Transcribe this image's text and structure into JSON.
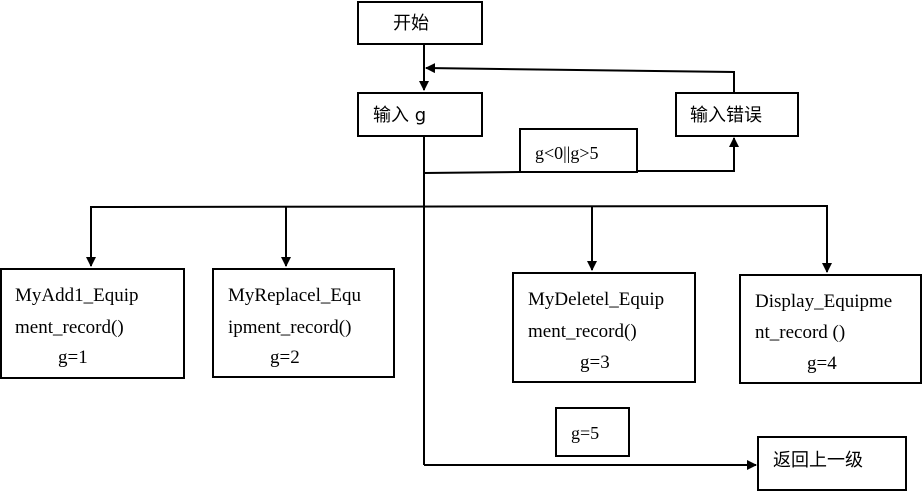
{
  "nodes": {
    "start": "开始",
    "input": "输入 g",
    "error": "输入错误",
    "condition": "g<0||g>5",
    "add": [
      "MyAdd1_Equip",
      "ment_record()",
      "g=1"
    ],
    "replace": [
      "MyReplacel_Equ",
      "ipment_record()",
      "g=2"
    ],
    "delete": [
      "MyDeletel_Equip",
      "ment_record()",
      "g=3"
    ],
    "display": [
      "Display_Equipme",
      "nt_record ()",
      "g=4"
    ],
    "g5": "g=5",
    "back": "返回上一级"
  }
}
